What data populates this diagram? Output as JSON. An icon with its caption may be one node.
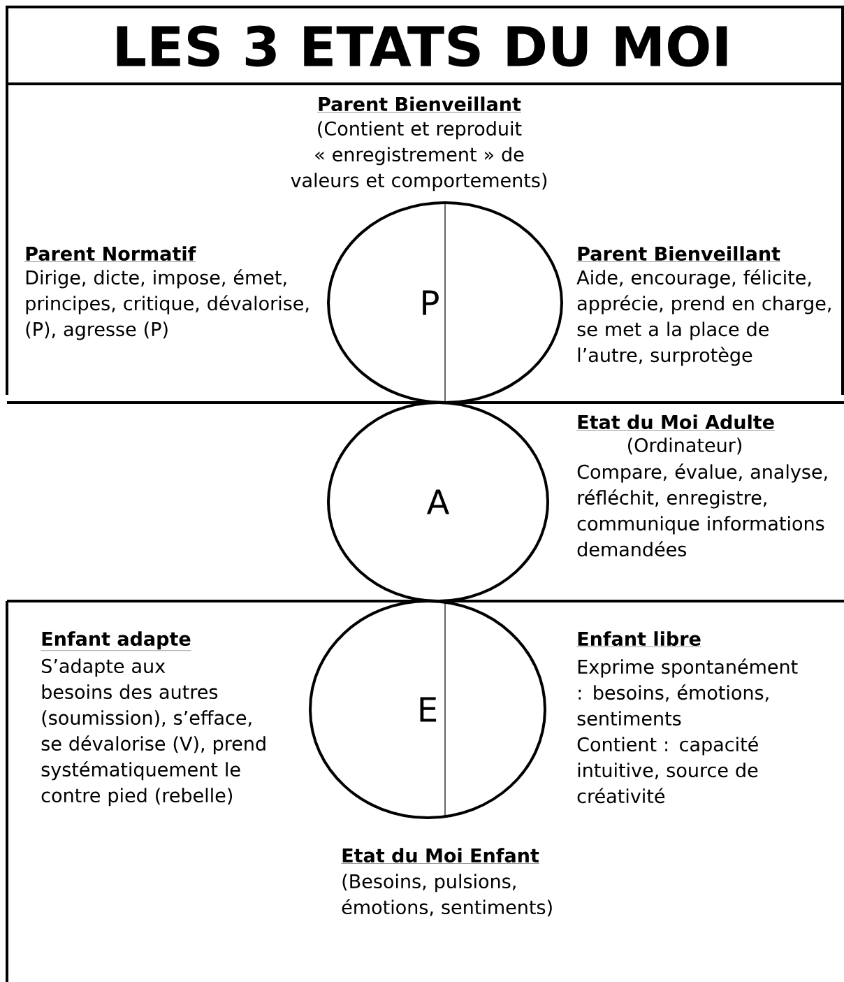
{
  "diagram": {
    "title": "LES 3 ETATS DU MOI",
    "nodes": [
      {
        "text": [
          "P"
        ]
      },
      {
        "text": [
          "A"
        ]
      },
      {
        "text": [
          "E"
        ]
      }
    ],
    "labels": [
      "Parent Bienveillant",
      "(Contient et reproduit « enregistrement » de valeurs et comportements)",
      "Parent Normatif",
      "Dirige, dicte, impose, émet, principes, critique, dévalorise, (P), agresse (P)",
      "Parent Bienveillant",
      "Aide, encourage, félicite, apprécie, prend en charge, se met a la place de l’autre, surprotège",
      "Etat du Moi Adulte",
      "(Ordinateur)",
      "Compare, évalue, analyse, réfléchit, enregistre, communique informations demandées",
      "Enfant adapte",
      "S’adapte aux besoins des autres (soumission), s’efface, se dévalorise (V), prend systématiquement le contre pied (rebelle)",
      "Enfant libre",
      "Exprime spontanément : besoins, émotions, sentiments",
      "Contient : capacité intuitive, source de créativité",
      "Etat du Moi Enfant",
      "(Besoins, pulsions, émotions, sentiments)"
    ]
  }
}
